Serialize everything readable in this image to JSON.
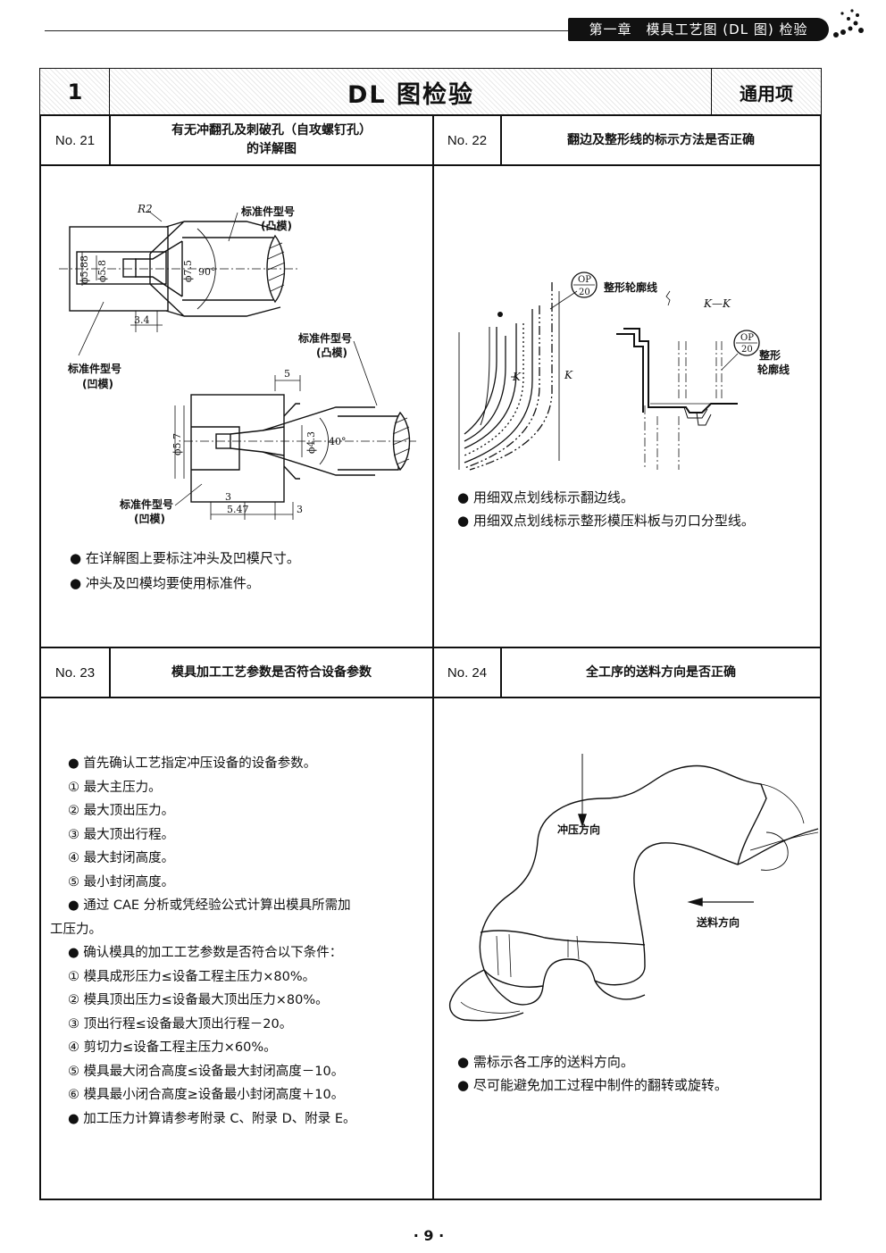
{
  "header": {
    "chapter": "第一章　模具工艺图 (DL 图) 检验"
  },
  "title_row": {
    "num": "1",
    "title": "DL 图检验",
    "tag": "通用项"
  },
  "sections": {
    "s21": {
      "no": "No. 21",
      "title_line1": "有无冲翻孔及刺破孔（自攻螺钉孔）",
      "title_line2": "的详解图",
      "labels": {
        "std_upper_1": "标准件型号",
        "upper_1": "(凸模)",
        "std_lower_1": "标准件型号",
        "lower_1": "(凹模)",
        "std_upper_2": "标准件型号",
        "upper_2": "(凸模)",
        "std_lower_2": "标准件型号",
        "lower_2": "(凹模)"
      },
      "dims": {
        "r2": "R2",
        "d588": "ϕ5.88",
        "d58": "ϕ5.8",
        "d75": "ϕ7.5",
        "a90": "90°",
        "d34": "3.4",
        "d5": "5",
        "d57": "ϕ5.7",
        "d43": "ϕ4.3",
        "a40": "40°",
        "d3a": "3",
        "d547": "5.47",
        "d3b": "3"
      },
      "bullets": [
        "在详解图上要标注冲头及凹模尺寸。",
        "冲头及凹模均要使用标准件。"
      ]
    },
    "s22": {
      "no": "No. 22",
      "title": "翻边及整形线的标示方法是否正确",
      "labels": {
        "op_top": "OP",
        "op_bot": "20",
        "shape_line": "整形轮廓线",
        "kk": "K—K",
        "op2_top": "OP",
        "op2_bot": "20",
        "shape2_a": "整形",
        "shape2_b": "轮廓线",
        "k1": "K",
        "k2": "K"
      },
      "bullets": [
        "用细双点划线标示翻边线。",
        "用细双点划线标示整形模压料板与刃口分型线。"
      ]
    },
    "s23": {
      "no": "No. 23",
      "title": "模具加工工艺参数是否符合设备参数",
      "lines": [
        "● 首先确认工艺指定冲压设备的设备参数。",
        "① 最大主压力。",
        "② 最大顶出压力。",
        "③ 最大顶出行程。",
        "④ 最大封闭高度。",
        "⑤ 最小封闭高度。",
        "● 通过 CAE 分析或凭经验公式计算出模具所需加",
        "工压力。",
        "● 确认模具的加工工艺参数是否符合以下条件：",
        "① 模具成形压力≤设备工程主压力×80%。",
        "② 模具顶出压力≤设备最大顶出压力×80%。",
        "③ 顶出行程≤设备最大顶出行程－20。",
        "④ 剪切力≤设备工程主压力×60%。",
        "⑤ 模具最大闭合高度≤设备最大封闭高度－10。",
        "⑥ 模具最小闭合高度≥设备最小封闭高度＋10。",
        "● 加工压力计算请参考附录 C、附录 D、附录 E。"
      ]
    },
    "s24": {
      "no": "No. 24",
      "title": "全工序的送料方向是否正确",
      "labels": {
        "press_dir": "冲压方向",
        "feed_dir": "送料方向"
      },
      "bullets": [
        "需标示各工序的送料方向。",
        "尽可能避免加工过程中制件的翻转或旋转。"
      ]
    }
  },
  "footer": {
    "page": "· 9 ·"
  }
}
